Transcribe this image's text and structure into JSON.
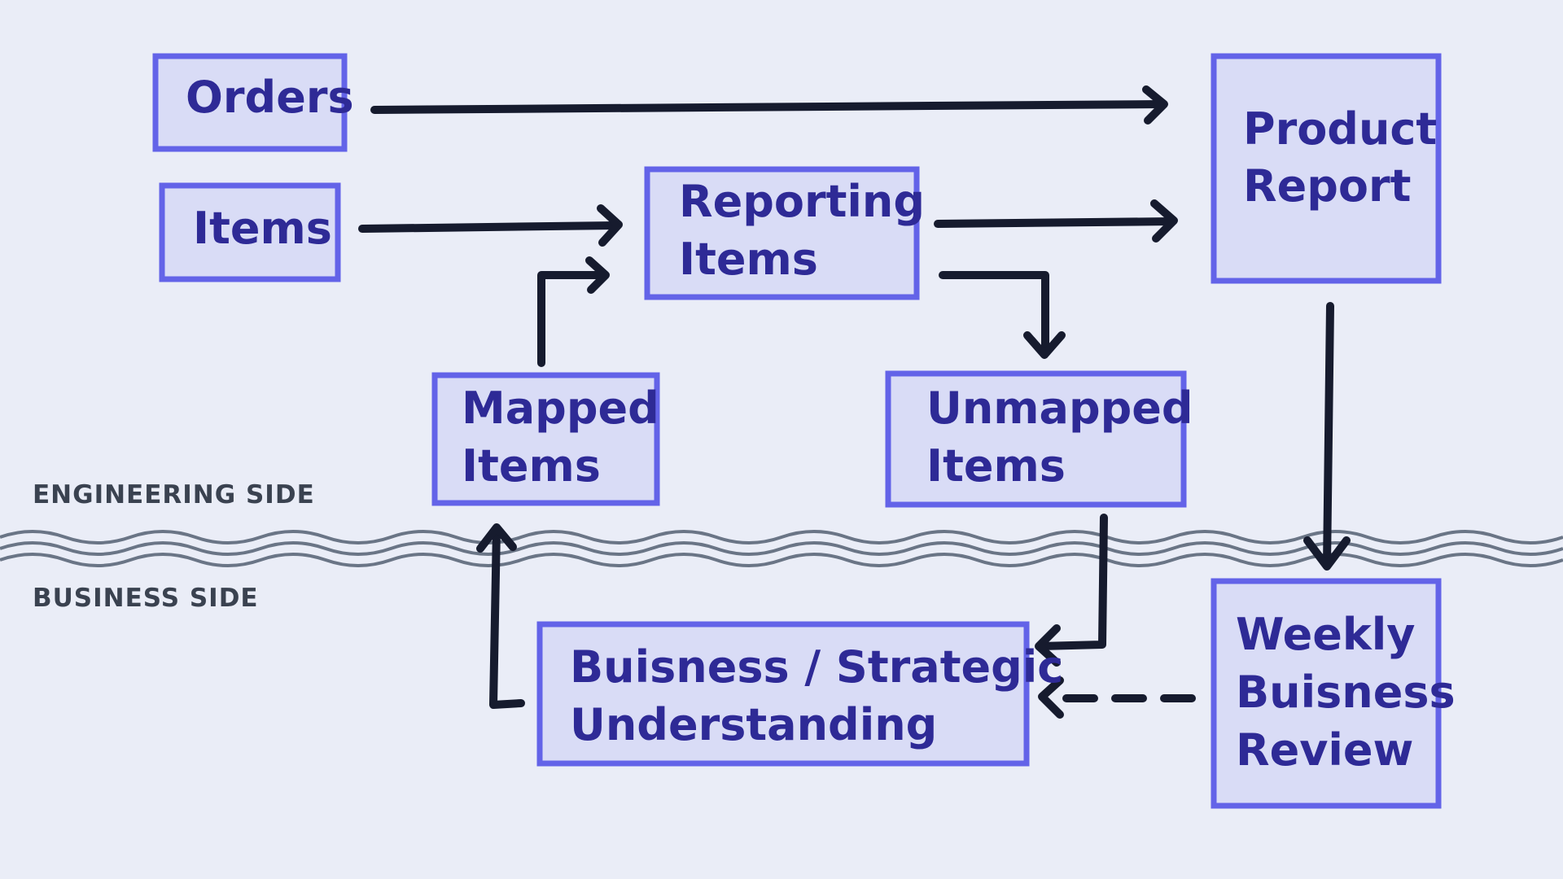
{
  "labels": {
    "engineering_side": "ENGINEERING SIDE",
    "business_side": "BUSINESS SIDE"
  },
  "nodes": {
    "orders": {
      "lines": [
        "Orders"
      ]
    },
    "items": {
      "lines": [
        "Items"
      ]
    },
    "reporting_items": {
      "lines": [
        "Reporting",
        "Items"
      ]
    },
    "product_report": {
      "lines": [
        "Product",
        "Report"
      ]
    },
    "mapped_items": {
      "lines": [
        "Mapped",
        "Items"
      ]
    },
    "unmapped_items": {
      "lines": [
        "Unmapped",
        "Items"
      ]
    },
    "business_understanding": {
      "lines": [
        "Buisness / Strategic",
        "Understanding"
      ]
    },
    "weekly_review": {
      "lines": [
        "Weekly",
        "Buisness",
        "Review"
      ]
    }
  },
  "edges": [
    {
      "from": "orders",
      "to": "product_report",
      "style": "solid"
    },
    {
      "from": "items",
      "to": "reporting_items",
      "style": "solid"
    },
    {
      "from": "mapped_items",
      "to": "reporting_items",
      "style": "solid"
    },
    {
      "from": "reporting_items",
      "to": "product_report",
      "style": "solid"
    },
    {
      "from": "reporting_items",
      "to": "unmapped_items",
      "style": "solid"
    },
    {
      "from": "product_report",
      "to": "weekly_review",
      "style": "solid"
    },
    {
      "from": "unmapped_items",
      "to": "business_understanding",
      "style": "solid"
    },
    {
      "from": "weekly_review",
      "to": "business_understanding",
      "style": "dashed"
    },
    {
      "from": "business_understanding",
      "to": "mapped_items",
      "style": "solid"
    }
  ],
  "colors": {
    "background": "#eaedf7",
    "node_fill": "#d9dcf6",
    "node_border": "#6363e8",
    "node_text": "#2e2a96",
    "arrow": "#161b2e",
    "divider": "#6a7586"
  }
}
